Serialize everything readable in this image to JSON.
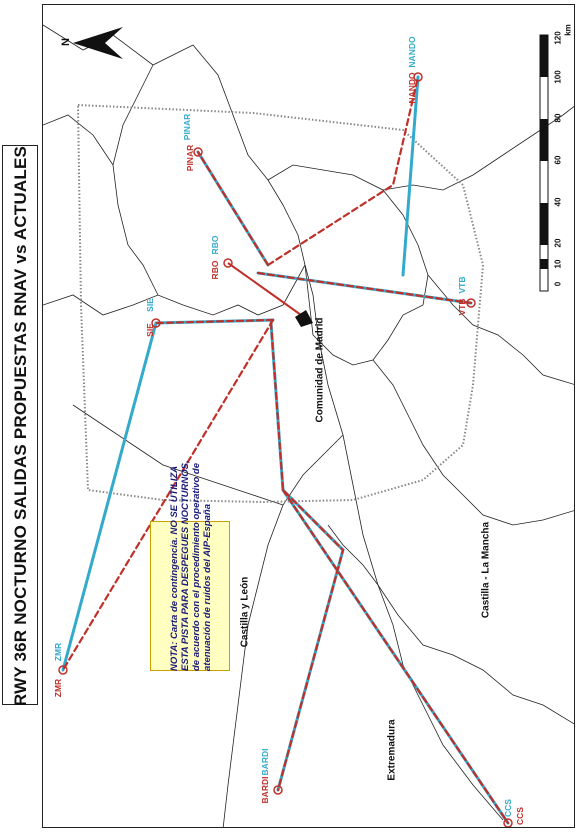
{
  "title": "RWY 36R NOCTURNO SALIDAS PROPUESTAS RNAV vs  ACTUALES",
  "north_label": "N",
  "note_lines": [
    "NOTA: Carta de contingencia. NO SE UTILIZA",
    "ESTA PISTA PARA DESPEGUES NOCTURNOS,",
    "de acuerdo con el procedimiento operativo de",
    "atenuación de ruidos del AIP-España"
  ],
  "regions": {
    "castilla_leon": "Castilla y León",
    "madrid": "Comunidad de Madrid",
    "castilla_mancha": "Castilla - La Mancha",
    "extremadura": "Extremadura"
  },
  "waypoints": {
    "zmr": "ZMR",
    "sie": "SIE",
    "rbo": "RBO",
    "pinar": "PINAR",
    "nando": "NANDO",
    "vtb": "VTB",
    "bardi": "BARDI",
    "ccs": "CCS"
  },
  "scale": {
    "unit": "km",
    "ticks": [
      "0",
      "10",
      "20",
      "40",
      "60",
      "80",
      "100",
      "120"
    ]
  },
  "colors": {
    "proposed_rnav": "#c0302a",
    "current": "#33aacc",
    "note_bg": "#ffffc2",
    "note_text": "#1a1a7a"
  }
}
